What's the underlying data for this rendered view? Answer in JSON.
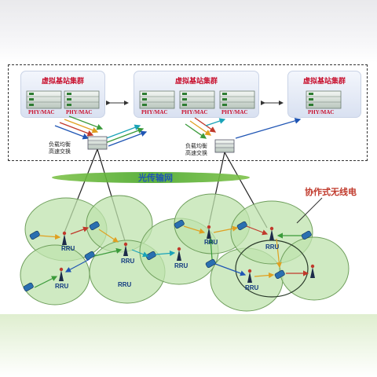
{
  "clusters": [
    {
      "title": "虚拟基站集群",
      "units": [
        "PHY/MAC",
        "PHY/MAC"
      ]
    },
    {
      "title": "虚拟基站集群",
      "units": [
        "PHY/MAC",
        "PHY/MAC",
        "PHY/MAC"
      ]
    },
    {
      "title": "虚拟基站集群",
      "units": [
        "PHY/MAC"
      ]
    }
  ],
  "switch_label": "负载均衡\n高速交换",
  "fiber_network_label": "光传输网",
  "cooperative_radio_label": "协作式无线电",
  "rru_label": "RRU",
  "colors": {
    "cell_fill": "#bfe3ad",
    "cell_stroke": "#7fb06a",
    "title_red": "#c8102e",
    "fiber_blue": "#1f55b4",
    "coop_red": "#c0392b"
  }
}
